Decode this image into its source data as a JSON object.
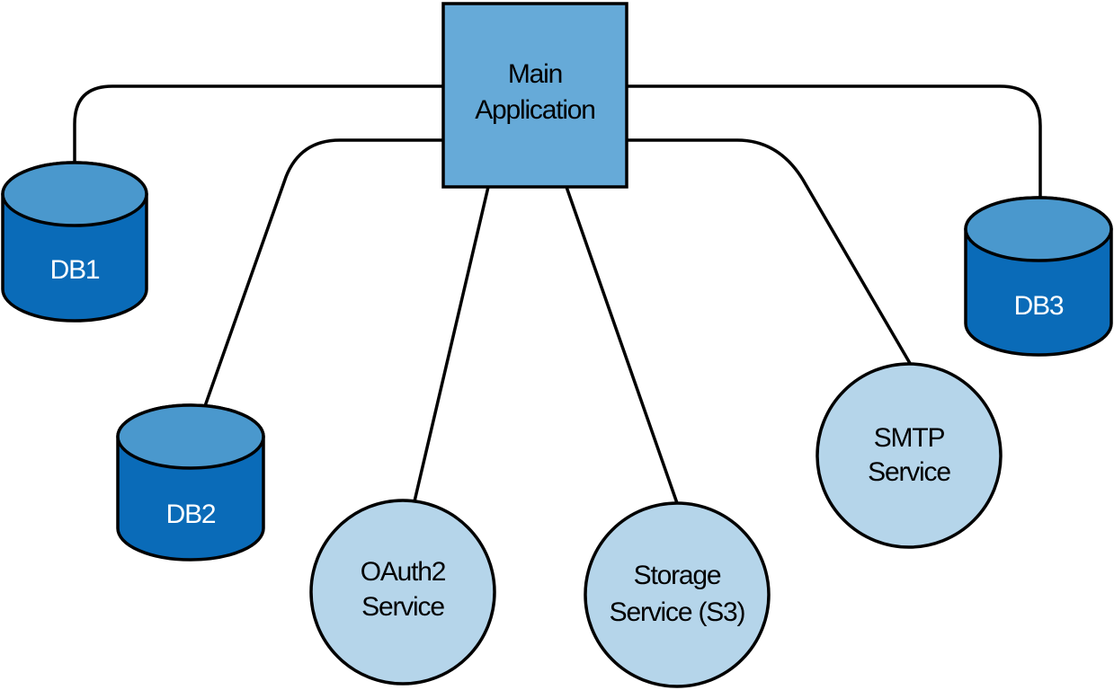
{
  "main_application": {
    "line1": "Main",
    "line2": "Application"
  },
  "databases": {
    "db1": {
      "label": "DB1"
    },
    "db2": {
      "label": "DB2"
    },
    "db3": {
      "label": "DB3"
    }
  },
  "services": {
    "oauth2": {
      "line1": "OAuth2",
      "line2": "Service"
    },
    "storage": {
      "line1": "Storage",
      "line2": "Service (S3)"
    },
    "smtp": {
      "line1": "SMTP",
      "line2": "Service"
    }
  },
  "colors": {
    "main_box": "#66aad8",
    "db_top": "#4a98cd",
    "db_body": "#0a6bb8",
    "service_circle": "#b5d5ea",
    "stroke": "#000000"
  },
  "icons": {
    "database": "cylinder-icon",
    "service": "circle-node"
  }
}
